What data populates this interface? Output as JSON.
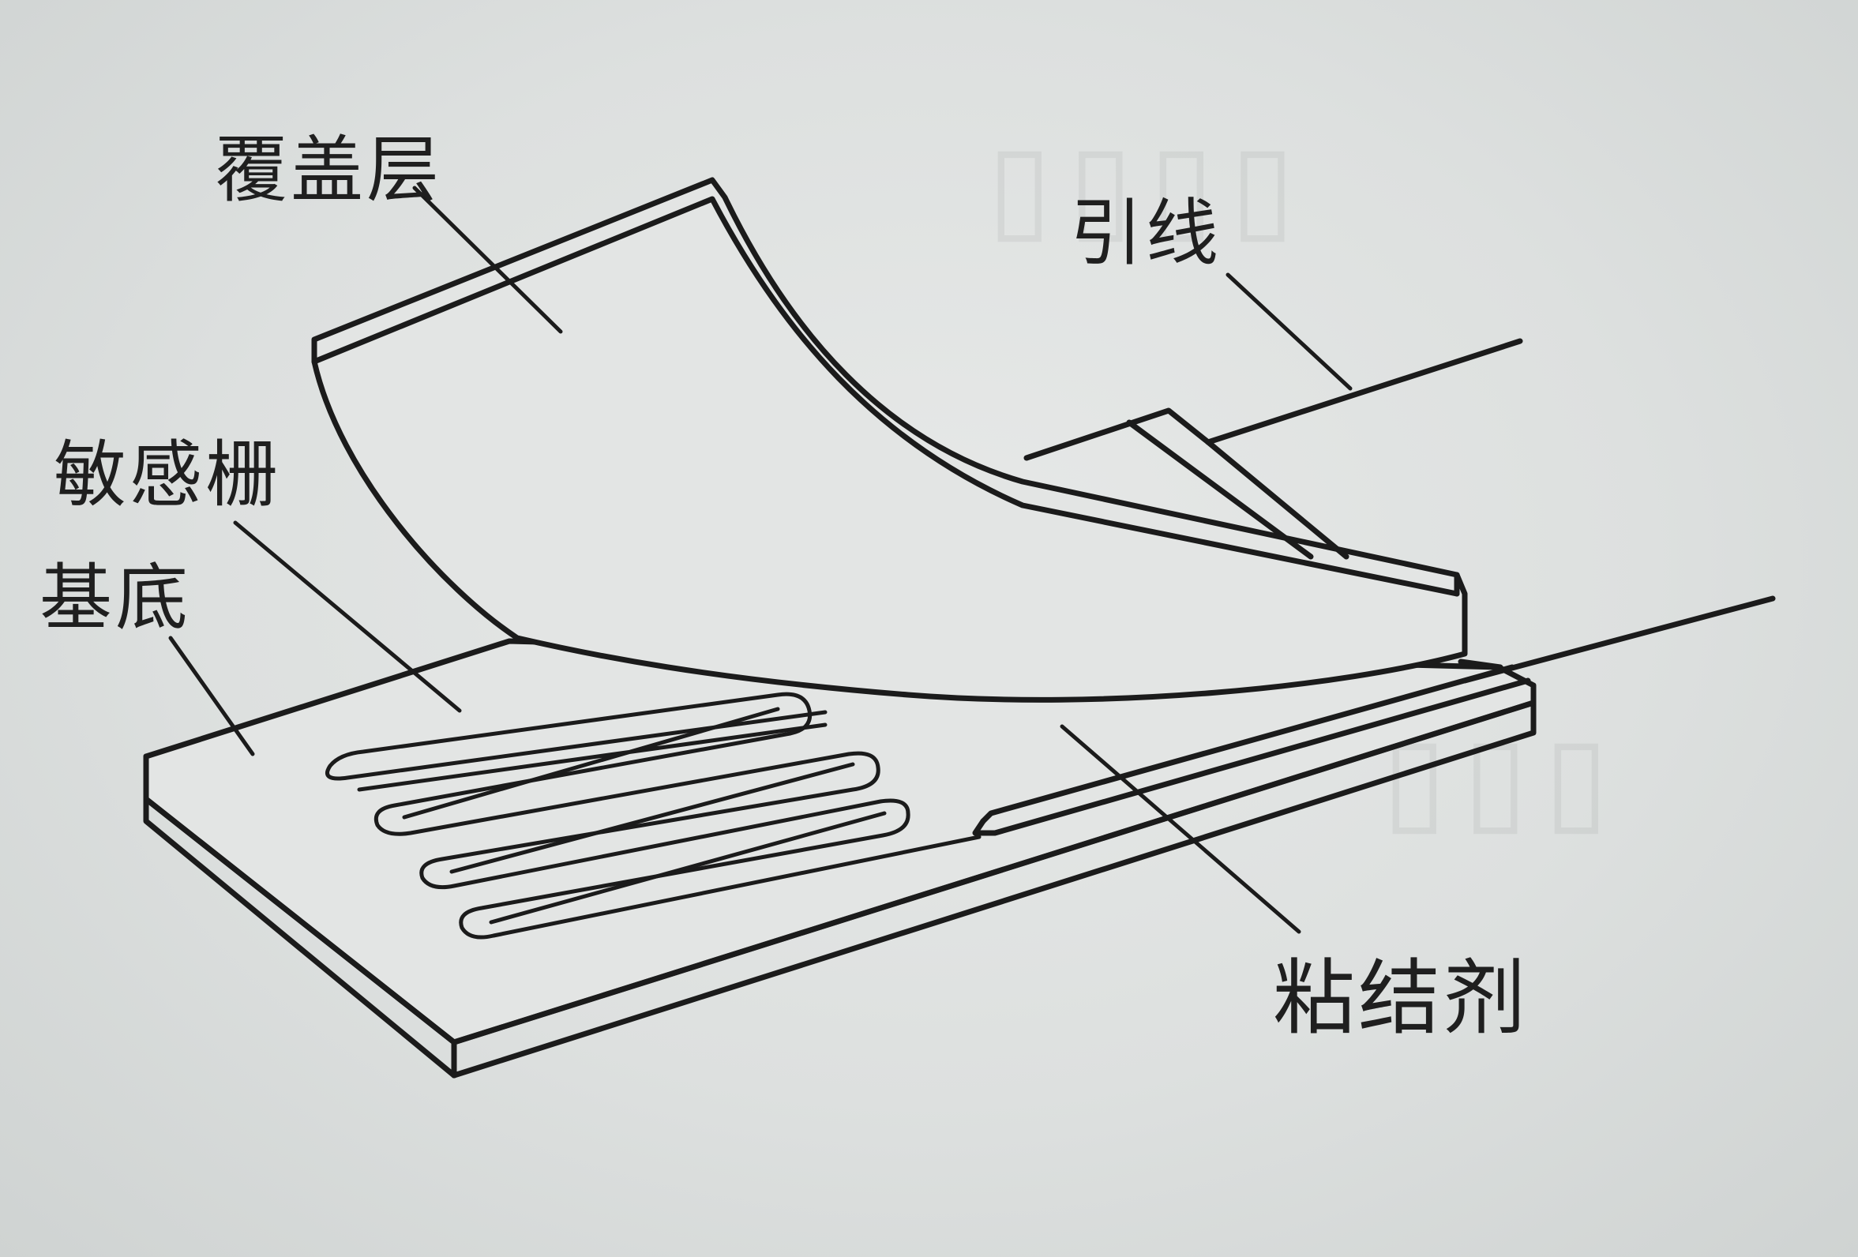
{
  "labels": {
    "cover_layer": "覆盖层",
    "lead_wire": "引线",
    "sensitive_grid": "敏感栅",
    "substrate": "基底",
    "adhesive": "粘结剂"
  },
  "colors": {
    "ink": "#1b1b1b",
    "paper": "#e3e5e4"
  }
}
